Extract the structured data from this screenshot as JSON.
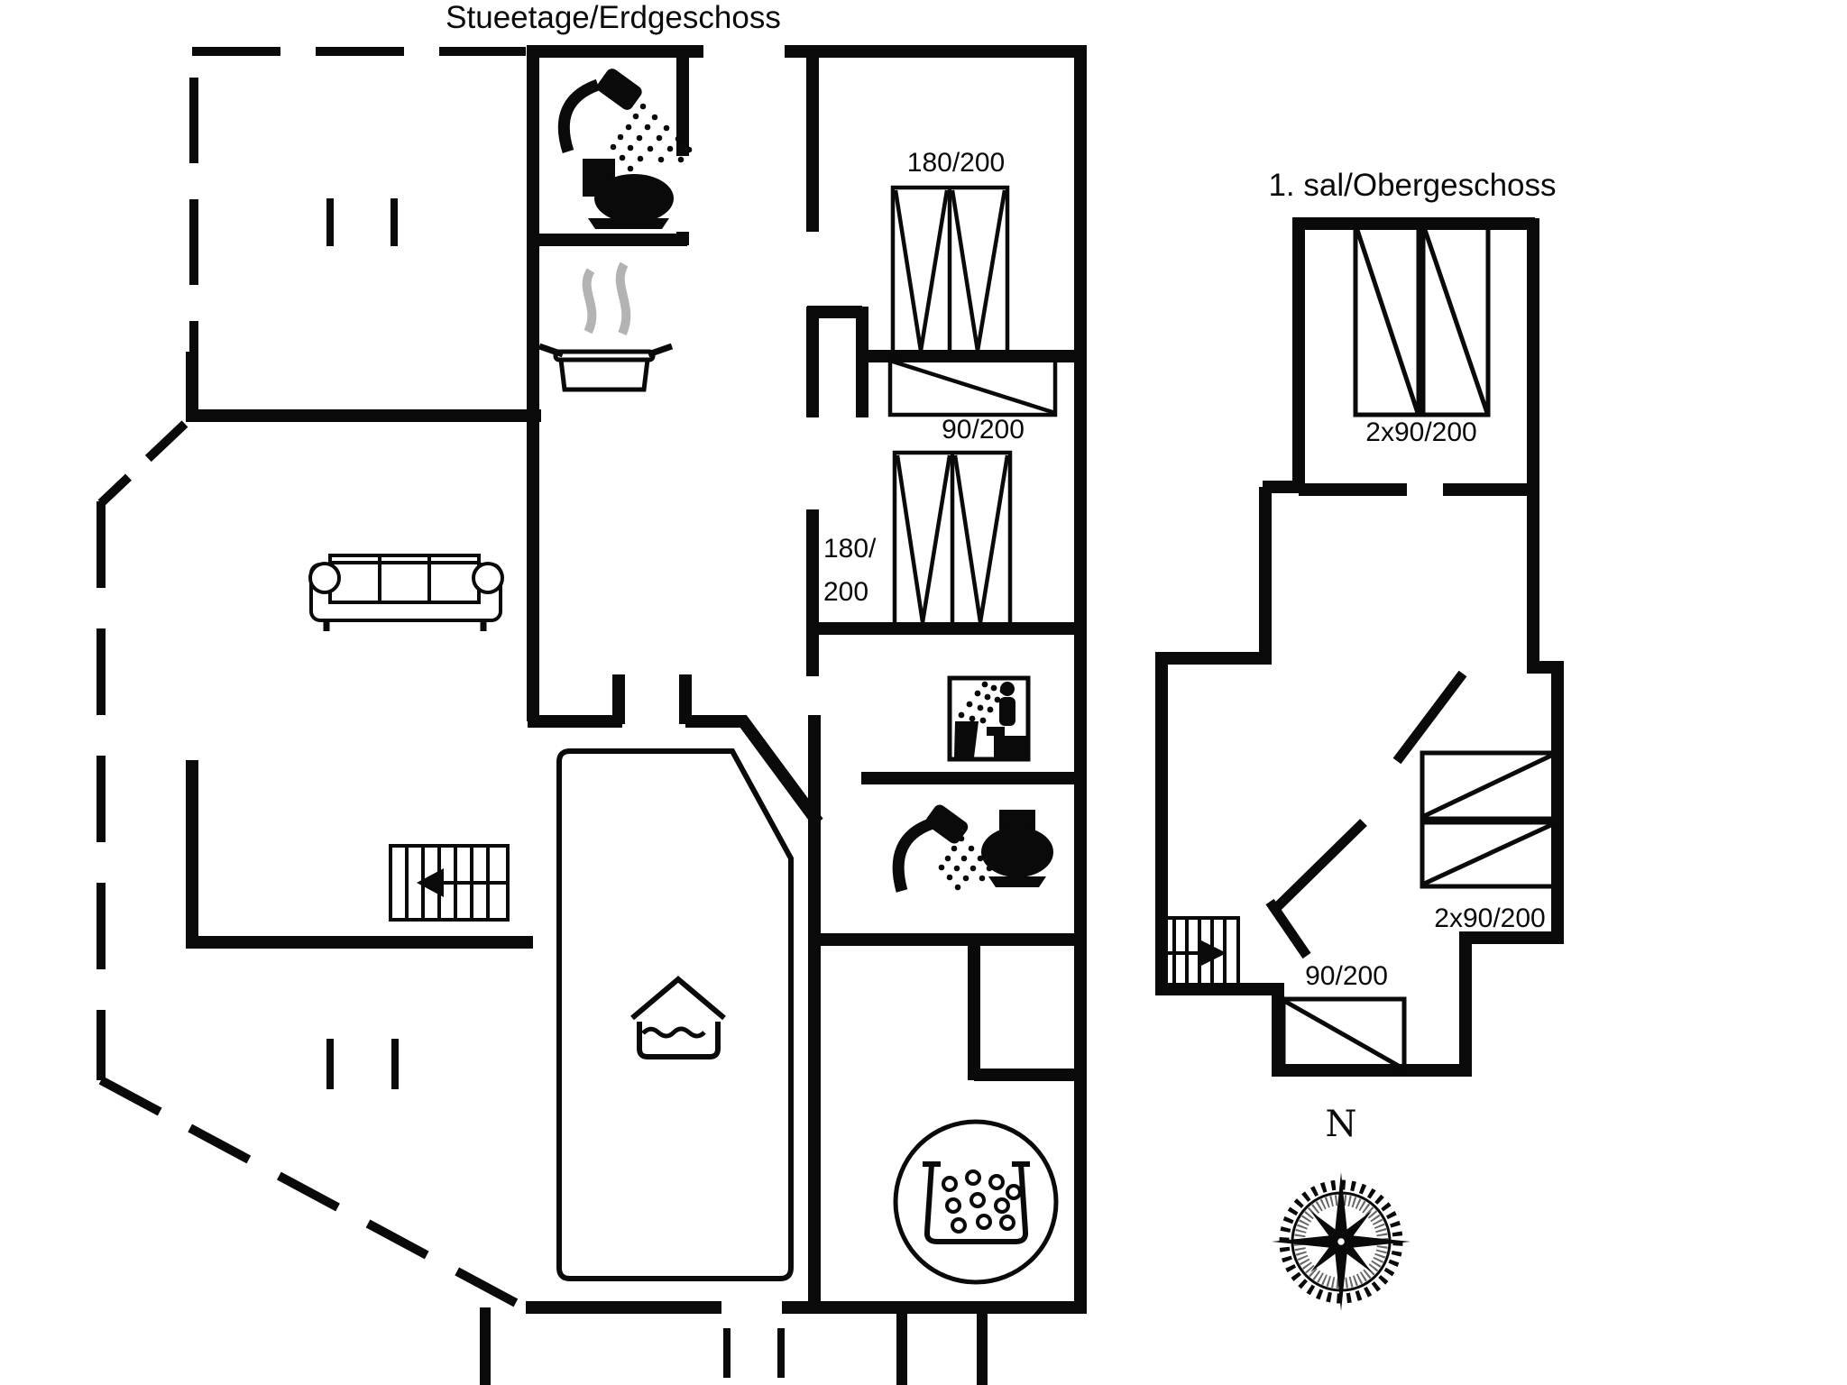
{
  "page": {
    "background": "#ffffff",
    "ink": "#0a0a0a",
    "steam_color": "#b3b3b3"
  },
  "ground_floor": {
    "title": "Stueetage/Erdgeschoss",
    "bed_double_label": "180/200",
    "bed_second_top_label": "90/200",
    "bed_second_side_label_line1": "180/",
    "bed_second_side_label_line2": "200",
    "icons": [
      "shower",
      "toilet",
      "cooking-pot",
      "sofa",
      "staircase-down",
      "wardrobe",
      "sauna",
      "shower",
      "toilet",
      "swimming-pool",
      "whirlpool"
    ]
  },
  "upper_floor": {
    "title": "1. sal/Obergeschoss",
    "bed_top_label": "2x90/200",
    "bed_right_label": "2x90/200",
    "bed_bottom_label": "90/200",
    "icons": [
      "staircase-up"
    ]
  },
  "compass": {
    "north_label": "N"
  }
}
